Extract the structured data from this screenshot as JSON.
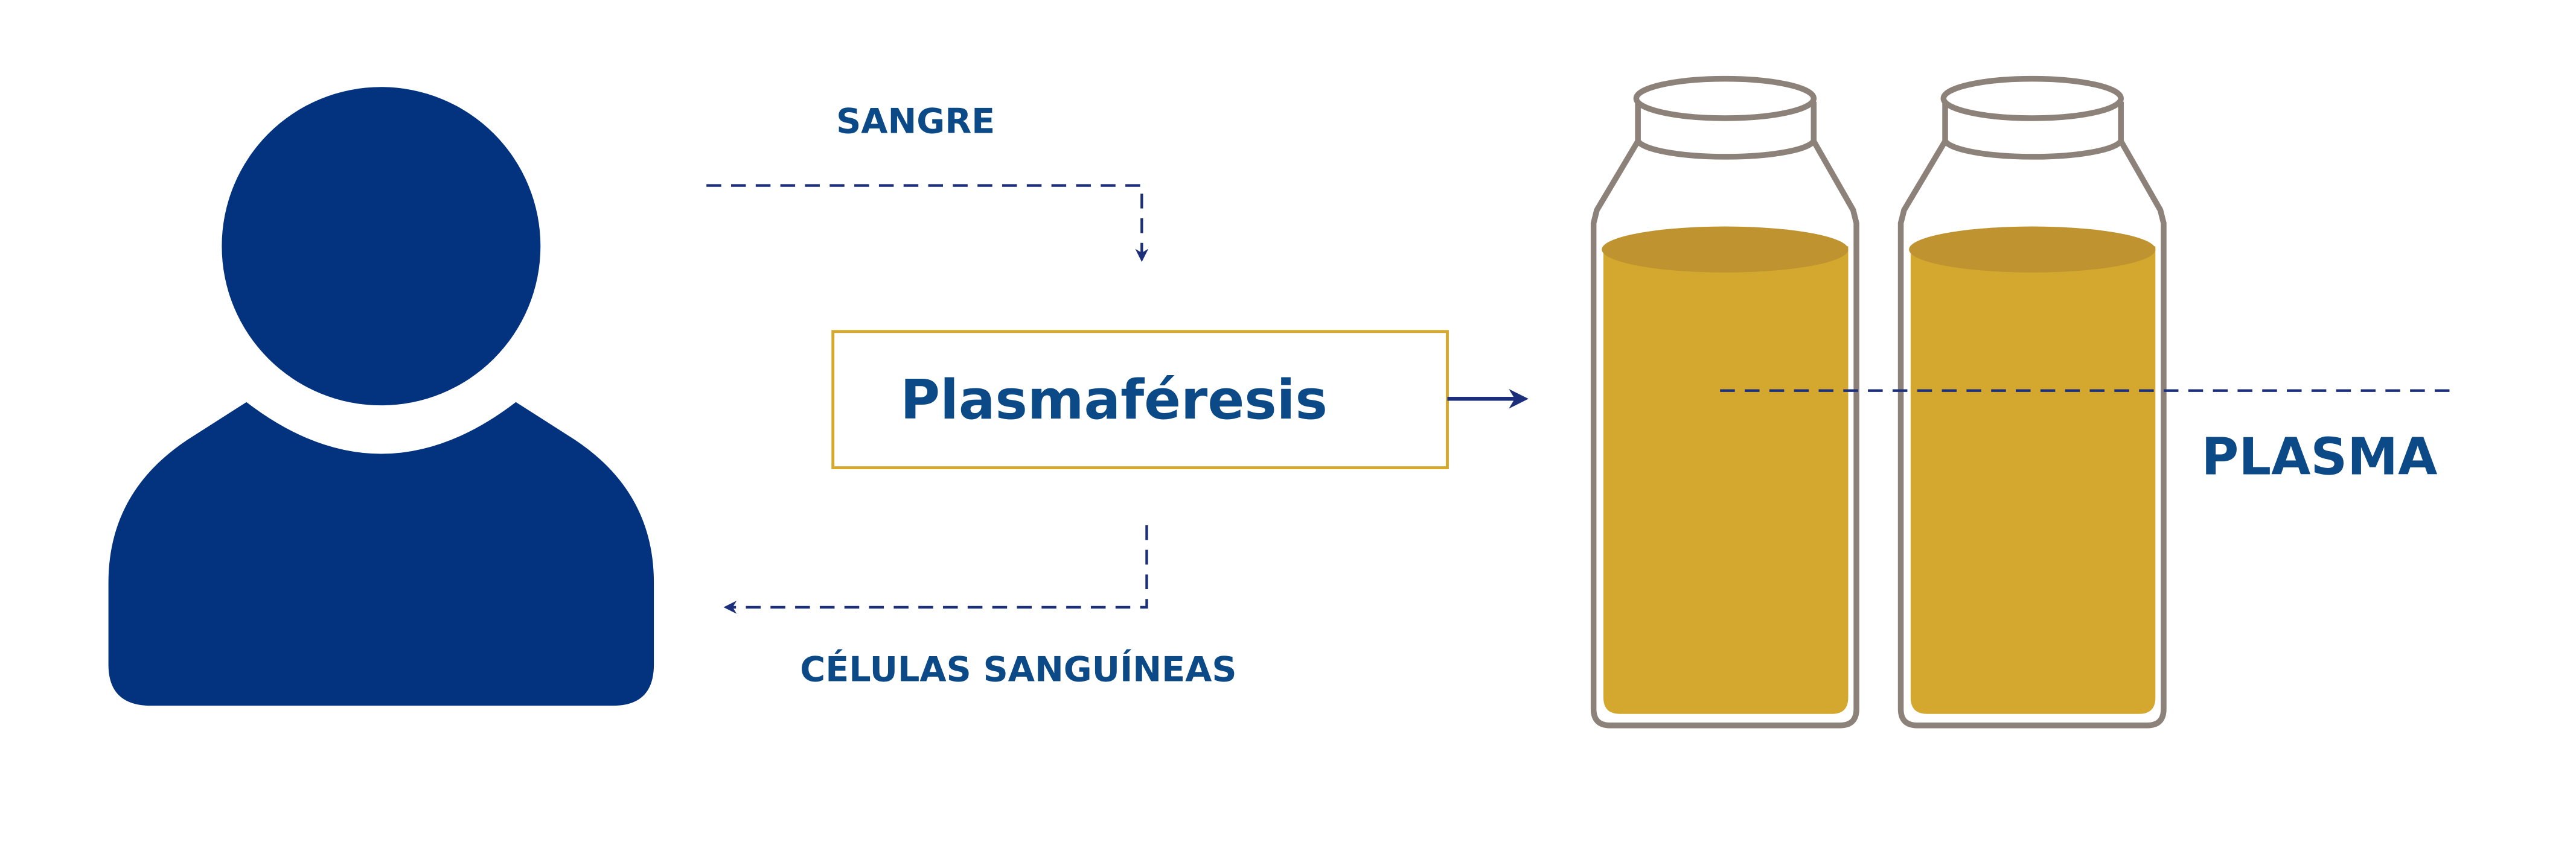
{
  "labels": {
    "blood": "SANGRE",
    "process": "Plasmaféresis",
    "cells": "CÉLULAS SANGUÍNEAS",
    "plasma": "PLASMA"
  },
  "colors": {
    "person": "#03337f",
    "text": "#0b4a86",
    "arrow": "#1c2f7a",
    "box_border": "#d4a92e",
    "bottle_outline": "#8c8279",
    "liquid": "#d4a82e",
    "liquid_top": "#be9330"
  }
}
